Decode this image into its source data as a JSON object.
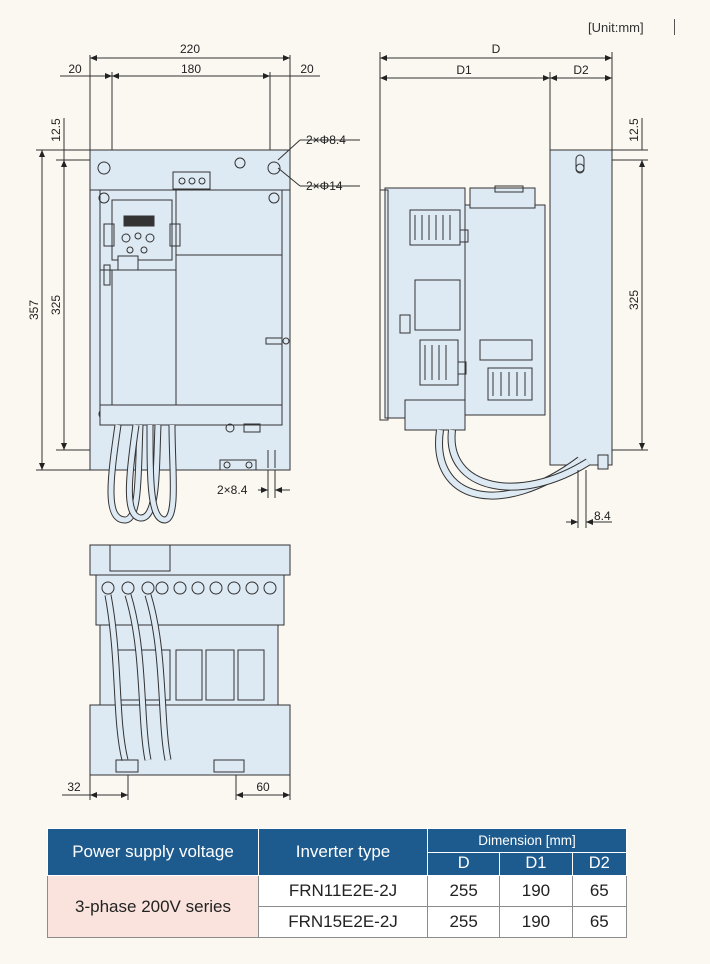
{
  "unit_label": "[Unit:mm]",
  "front_view": {
    "width_total": "220",
    "width_margin_left": "20",
    "width_inner": "180",
    "width_margin_right": "20",
    "height_total": "357",
    "height_inner": "325",
    "height_top": "12.5",
    "hole_small": "2×Φ8.4",
    "hole_large": "2×Φ14",
    "bottom_slots": "2×8.4"
  },
  "side_view": {
    "depth_total": "D",
    "depth_d1": "D1",
    "depth_d2": "D2",
    "height_top": "12.5",
    "height_inner": "325",
    "slot": "8.4"
  },
  "bottom_view": {
    "left_offset": "32",
    "right_offset": "60"
  },
  "table": {
    "header_voltage": "Power supply voltage",
    "header_type": "Inverter type",
    "header_dimension": "Dimension [mm]",
    "col_d": "D",
    "col_d1": "D1",
    "col_d2": "D2",
    "supply": "3-phase 200V series",
    "rows": [
      {
        "type": "FRN11E2E-2J",
        "d": "255",
        "d1": "190",
        "d2": "65"
      },
      {
        "type": "FRN15E2E-2J",
        "d": "255",
        "d1": "190",
        "d2": "65"
      }
    ]
  },
  "colors": {
    "body_fill": "#dde9f3",
    "outline": "#333333",
    "header_blue": "#1d5a8e",
    "supply_pink": "#fbe3dd",
    "background": "#fbf7f1"
  }
}
